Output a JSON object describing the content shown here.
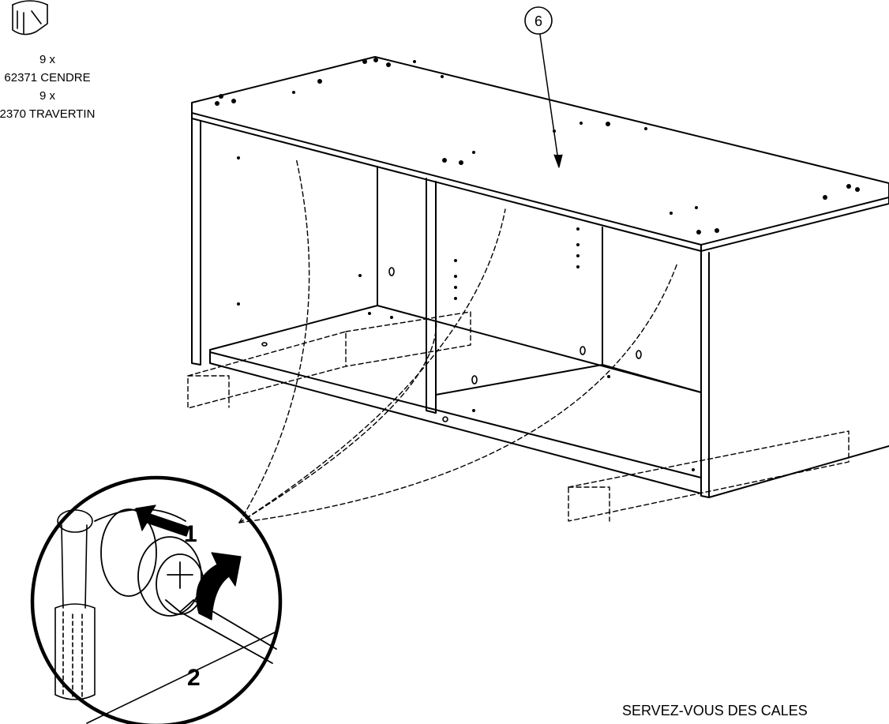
{
  "parts": {
    "qty_1": "9 x",
    "ref_1": "62371 CENDRE",
    "qty_2": "9 x",
    "ref_2": "2370 TRAVERTIN"
  },
  "callout": {
    "part_number": "6"
  },
  "steps": {
    "step_1": "1",
    "step_2": "2"
  },
  "note": "SERVEZ-VOUS DES CALES"
}
